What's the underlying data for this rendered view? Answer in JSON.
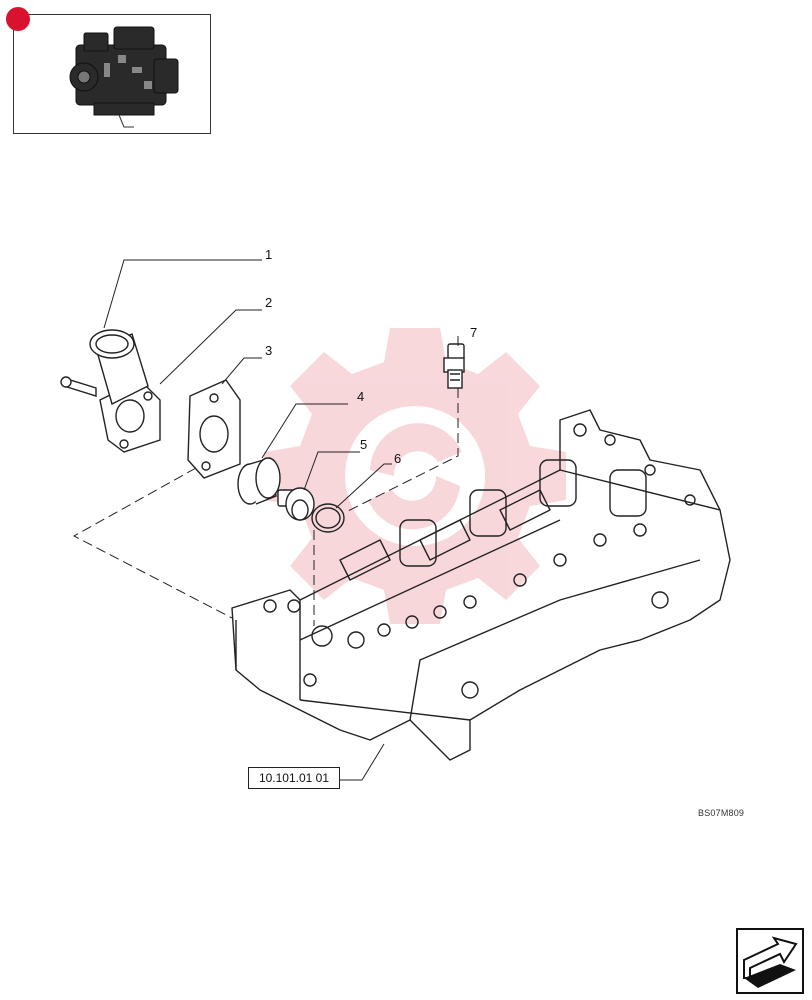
{
  "callouts": [
    "1",
    "2",
    "3",
    "4",
    "5",
    "6",
    "7"
  ],
  "reference": "10.101.01 01",
  "drawing_code": "BS07M809",
  "icons": {
    "thumbnail": "engine-thumbnail-icon",
    "watermark": "gear-watermark-icon",
    "navigation": "next-page-arrow-icon"
  },
  "colors": {
    "tab": "#d9132e",
    "watermark": "#f4b8bf"
  }
}
